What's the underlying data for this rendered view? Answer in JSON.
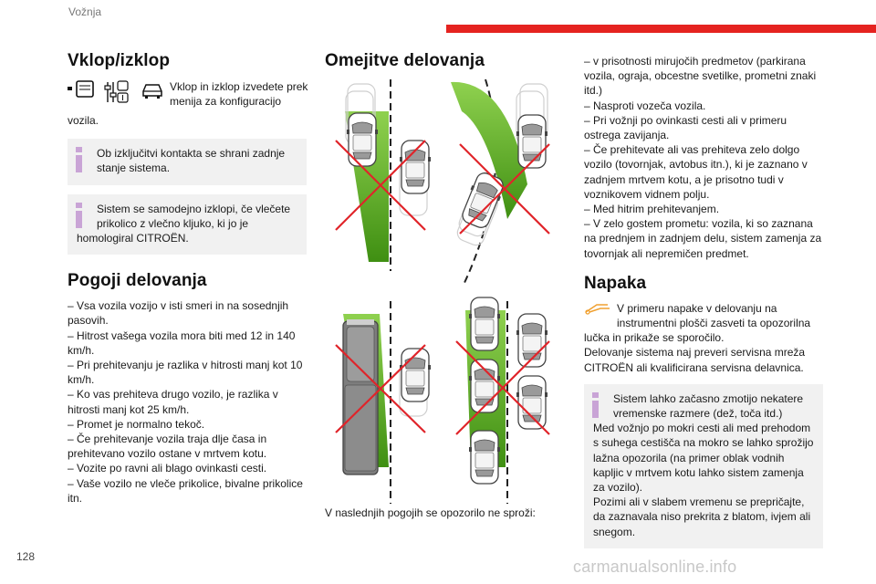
{
  "header": {
    "chapter": "Vožnja",
    "page_number": "128"
  },
  "col1": {
    "title": "Vklop/izklop",
    "intro_part1": "Vklop in izklop izvedete prek menija za konfiguracijo",
    "intro_part2": "vozila.",
    "note1": "Ob izključitvi kontakta se shrani zadnje stanje sistema.",
    "note2_lead": "Sistem se samodejno izklopi, če vlečete prikolico z vlečno kljuko, ki jo je",
    "note2_rest": "homologiral CITROËN.",
    "conditions_title": "Pogoji delovanja",
    "conditions": [
      "–  Vsa vozila vozijo v isti smeri in na sosednjih pasovih.",
      "–  Hitrost vašega vozila mora biti med 12 in 140 km/h.",
      "–  Pri prehitevanju je razlika v hitrosti manj kot 10 km/h.",
      "–  Ko vas prehiteva drugo vozilo, je razlika v hitrosti manj kot 25 km/h.",
      "–  Promet je normalno tekoč.",
      "–  Če prehitevanje vozila traja dlje časa in prehitevano vozilo ostane v mrtvem kotu.",
      "–  Vozite po ravni ali blago ovinkasti cesti.",
      "–  Vaše vozilo ne vleče prikolice, bivalne prikolice itn."
    ]
  },
  "col2": {
    "title": "Omejitve delovanja",
    "caption": "V naslednjih pogojih se opozorilo ne sproži:"
  },
  "col3": {
    "limits": [
      "–  v prisotnosti mirujočih predmetov (parkirana vozila, ograja, obcestne svetilke, prometni znaki itd.)",
      "–  Nasproti vozeča vozila.",
      "–  Pri vožnji po ovinkasti cesti ali v primeru ostrega zavijanja.",
      "–  Če prehitevate ali vas prehiteva zelo dolgo vozilo (tovornjak, avtobus itn.), ki je zaznano v zadnjem mrtvem kotu, a je prisotno tudi v voznikovem vidnem polju.",
      "–  Med hitrim prehitevanjem.",
      "–  V zelo gostem prometu: vozila, ki so zaznana na prednjem in zadnjem delu, sistem zamenja za tovornjak ali nepremičen predmet."
    ],
    "fault_title": "Napaka",
    "fault_lead": "V primeru napake v delovanju na instrumentni plošči zasveti ta opozorilna",
    "fault_rest": "lučka in prikaže se sporočilo.",
    "fault_service": "Delovanje sistema naj preveri servisna mreža CITROËN ali kvalificirana servisna delavnica.",
    "note3_lead": "Sistem lahko začasno zmotijo nekatere vremenske razmere (dež, toča itd.)",
    "note3_rest": [
      "Med vožnjo po mokri cesti ali med prehodom s suhega cestišča na mokro se lahko sprožijo lažna opozorila (na primer oblak vodnih kapljic v mrtvem kotu lahko sistem zamenja za vozilo).",
      "Pozimi ali v slabem vremenu se prepričajte, da zaznavala niso prekrita z blatom, ivjem ali snegom."
    ]
  },
  "footer": {
    "watermark": "carmanualsonline.info"
  },
  "colors": {
    "accent": "#e52320",
    "info_bar": "#c9a4d6",
    "zone_green": "#5aa51d",
    "cross_red": "#e0242a",
    "note_bg": "#f1f1f1"
  },
  "icons": [
    "touchscreen-icon",
    "vehicle-settings-icon",
    "car-blindspot-icon",
    "info-icon",
    "warning-lamp-icon"
  ]
}
